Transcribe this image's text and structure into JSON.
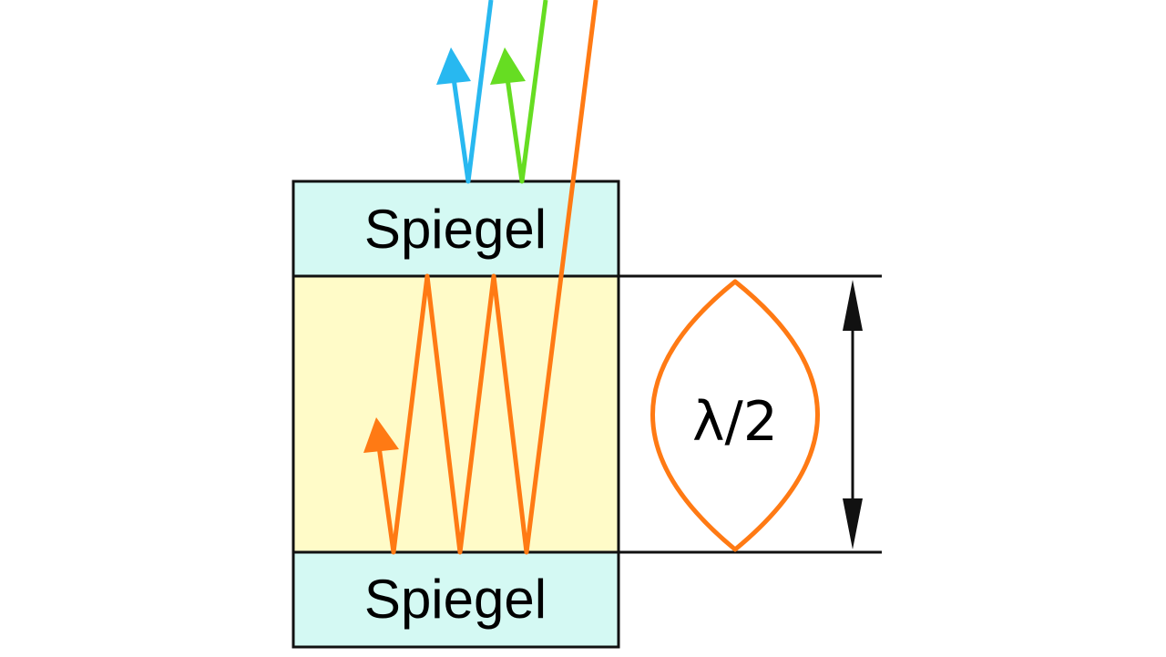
{
  "labels": {
    "mirror_top": "Spiegel",
    "mirror_bottom": "Spiegel",
    "half_wavelength": "λ/2"
  },
  "colors": {
    "mirror_fill": "#d4f9f3",
    "cavity_fill": "#fffbc8",
    "outline": "#111111",
    "laser_orange": "#ff7a14",
    "ray_blue": "#28b8f0",
    "ray_green": "#66dd22"
  },
  "icons": {
    "arrow_up": "arrow-up-icon",
    "double_arrow": "double-arrow-icon"
  }
}
